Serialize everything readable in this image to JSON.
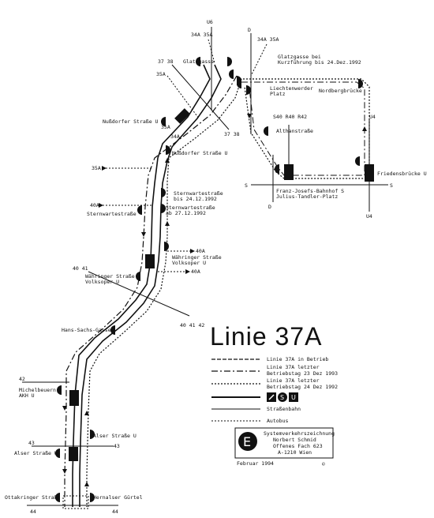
{
  "title": "Linie 37A",
  "stations": {
    "glatzgasse": "Glatzgasse",
    "glatzgasse_kurz_1": "Glatzgasse bei",
    "glatzgasse_kurz_2": "Kurzführung bis 24.Dez.1992",
    "liechtenwerder_1": "Liechtenwerder",
    "liechtenwerder_2": "Platz",
    "nordbergbruecke": "Nordbergbrücke",
    "nussdorfer_str": "Nußdorfer Straße U",
    "nussdorfer_str_u": "Nußdorfer Straße U",
    "althanstrasse": "Althanstraße",
    "friedensbruecke": "Friedensbrücke U",
    "sternwarte_1": "Sternwartestraße",
    "sternwarte_2": "bis 24.12.1992",
    "sternwarte_3": "Sternwartestraße",
    "sternwarte_4": "ab 27.12.1992",
    "sternwarte_left": "Sternwartestraße",
    "fjb_1": "Franz-Josefs-Bahnhof S",
    "fjb_2": "Julius-Tandler-Platz",
    "waehringer_r1": "Währinger Straße",
    "waehringer_r2": "Volksoper U",
    "waehringer_l1": "Währinger Straße",
    "waehringer_l2": "Volksoper U",
    "hans_sachs": "Hans-Sachs-Gasse",
    "michelbeuern_1": "Michelbeuern,",
    "michelbeuern_2": "AKH U",
    "alser_r": "Alser Straße U",
    "alser_l": "Alser Straße U",
    "ottakringer": "Ottakringer Straße",
    "hernalser": "Hernalser Gürtel"
  },
  "line_labels": {
    "u6": "U6",
    "d_top": "D",
    "d_bottom": "D",
    "u4_top": "U4",
    "u4_bottom": "U4",
    "s_left": "S",
    "s_right": "S",
    "l34a35a_top": "34A 35A",
    "l34a35a_top2": "34A 35A",
    "l37_38_a": "37 38",
    "l37_38_b": "37 38",
    "l35a_a": "35A",
    "l35a_b": "35A",
    "l35a_c": "35A",
    "l34a": "34A",
    "s40_r40_r42": "S40 R40 R42",
    "l40a_a": "40A",
    "l40a_b": "40A",
    "l40a_c": "40A",
    "l40_41_a": "40 41",
    "l40_41_42": "40 41 42",
    "l42": "42",
    "l43_a": "43",
    "l43_b": "43",
    "l44_a": "44",
    "l44_b": "44"
  },
  "legend": [
    {
      "key": "in_betrieb",
      "lines": [
        "Linie 37A in Betrieb"
      ]
    },
    {
      "key": "letzter_1993",
      "lines": [
        "Linie 37A letzter",
        "Betriebstag 23 Dez 1993"
      ]
    },
    {
      "key": "letzter_1992",
      "lines": [
        "Linie 37A letzter",
        "Betriebstag 24 Dez 1992"
      ]
    },
    {
      "key": "ubahn",
      "lines": [
        ""
      ]
    },
    {
      "key": "strassenbahn",
      "lines": [
        "Straßenbahn"
      ]
    },
    {
      "key": "autobus",
      "lines": [
        "Autobus"
      ]
    }
  ],
  "credit": {
    "line1": "Systemverkehrszeichnung",
    "line2": "Norbert Schmid",
    "line3": "Offenes Fach 623",
    "line4": "A-1210 Wien",
    "date": "Februar 1994",
    "copyright": "©",
    "logo_letter": "E"
  }
}
